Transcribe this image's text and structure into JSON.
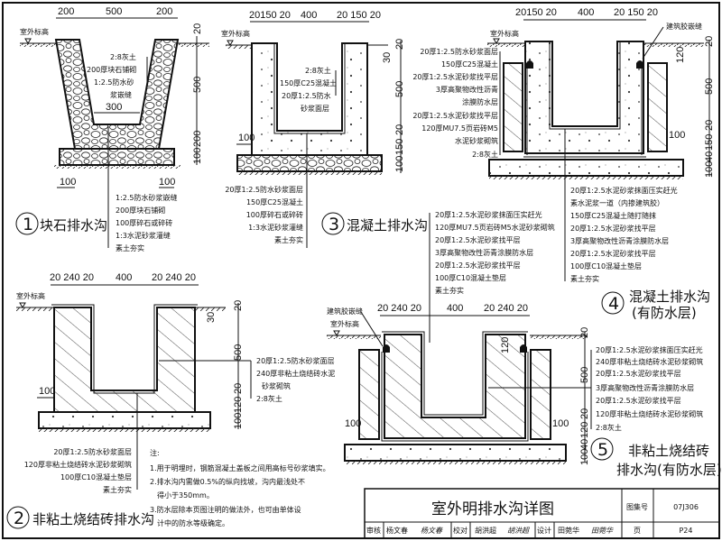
{
  "ground_label": "室外标高",
  "sealant_label": "建筑胶嵌缝",
  "d1": {
    "num": "1",
    "title": "块石排水沟",
    "top_dims": [
      "200",
      "500",
      "200"
    ],
    "right_dims": [
      "20",
      "500",
      "200",
      "100"
    ],
    "bottom_dims": [
      "100",
      "100"
    ],
    "inner_dim": "300",
    "inner_labels": [
      "2:8灰土",
      "200厚块石铺砌",
      "1:2.5防水砂",
      "浆嵌缝"
    ],
    "bottom_labels": [
      "1:2.5防水砂浆嵌缝",
      "200厚块石铺砌",
      "100厚碎石或碎砖",
      "1:3水泥砂浆灌缝",
      "素土夯实"
    ]
  },
  "d3": {
    "num": "3",
    "title": "混凝土排水沟",
    "top_dims": [
      "20150 20",
      "400",
      "20 150 20"
    ],
    "right_dims": [
      "20",
      "500",
      "20",
      "150",
      "100"
    ],
    "side_dims": [
      "30",
      "100"
    ],
    "inner_labels": [
      "2:8灰土",
      "150厚C25混凝土",
      "20厚1:2.5防水",
      "砂浆面层"
    ],
    "bottom_labels": [
      "20厚1:2.5防水砂浆面层",
      "150厚C25混凝土",
      "100厚碎石或碎砖",
      "1:3水泥砂浆灌缝",
      "素土夯实"
    ]
  },
  "d4": {
    "num": "4",
    "title": "混凝土排水沟",
    "subtitle": "(有防水层)",
    "top_dims": [
      "20150 20",
      "400",
      "20 150 20"
    ],
    "right_dims": [
      "20",
      "120",
      "500",
      "20",
      "150",
      "40",
      "100"
    ],
    "side_dims": [
      "100"
    ],
    "left_labels": [
      "20厚1:2.5防水砂浆面层",
      "150厚C25混凝土",
      "20厚1:2.5水泥砂浆找平层",
      "3厚高聚物改性沥青",
      "涂膜防水层",
      "20厚1:2.5水泥砂浆找平层",
      "120厚MU7.5页岩砖M5",
      "水泥砂浆砌筑",
      "2:8灰土"
    ],
    "bottom_labels": [
      "20厚1:2.5水泥砂浆抹面压实赶光",
      "素水泥浆一道（内掺建筑胶）",
      "150厚C25混凝土随打随抹",
      "20厚1:2.5水泥砂浆找平层",
      "3厚高聚物改性沥青涂膜防水层",
      "20厚1:2.5水泥砂浆找平层",
      "100厚C10混凝土垫层",
      "素土夯实"
    ]
  },
  "d5_mid_labels": [
    "20厚1:2.5水泥砂浆抹面压实赶光",
    "120厚MU7.5页岩砖M5水泥砂浆砌筑",
    "20厚1:2.5水泥砂浆找平层",
    "3厚高聚物改性沥青涂膜防水层",
    "20厚1:2.5水泥砂浆找平层",
    "100厚C10混凝土垫层",
    "素土夯实"
  ],
  "d2": {
    "num": "2",
    "title": "非粘土烧结砖排水沟",
    "top_dims": [
      "20 240 20",
      "400",
      "20 240 20"
    ],
    "right_dims": [
      "20",
      "500",
      "20",
      "120",
      "100"
    ],
    "side_dims": [
      "30",
      "100"
    ],
    "right_labels": [
      "20厚1:2.5防水砂浆面层",
      "240厚非粘土烧结砖水泥",
      "砂浆砌筑",
      "2:8灰土"
    ],
    "bottom_labels": [
      "20厚1:2.5防水砂浆面层",
      "120厚非粘土烧结砖水泥砂浆砌筑",
      "100厚C10混凝土垫层",
      "素土夯实"
    ]
  },
  "notes": {
    "heading": "注:",
    "lines": [
      "1.用于明埋时，钢筋混凝土盖板之间用高标号砂浆填实。",
      "2.排水沟内需做0.5%的纵向找坡，沟内最浅处不",
      "得小于350mm。",
      "3.防水层除本页图注明的做法外，也可由单体设",
      "计中的防水等级确定。"
    ]
  },
  "d5": {
    "num": "5",
    "title": "非粘土烧结砖",
    "subtitle": "排水沟(有防水层)",
    "top_dims": [
      "20 240 20",
      "400",
      "20 240 20"
    ],
    "right_dims": [
      "20",
      "120",
      "500",
      "20",
      "120",
      "40",
      "100"
    ],
    "side_dims": [
      "100",
      "100",
      "120"
    ],
    "right_labels": [
      "20厚1:2.5水泥砂浆抹面压实赶光",
      "240厚非粘土烧结砖水泥砂浆砌筑",
      "20厚1:2.5水泥砂浆找平层",
      "3厚高聚物改性沥青涂膜防水层",
      "20厚1:2.5水泥砂浆找平层",
      "120厚非粘土烧结砖水泥砂浆砌筑",
      "2:8灰土"
    ]
  },
  "title_block": {
    "title": "室外明排水沟详图",
    "atlas_label": "图集号",
    "atlas_no": "07J306",
    "review_label": "审核",
    "reviewer": "杨文春",
    "reviewer_sig": "杨文春",
    "check_label": "校对",
    "checker": "胡洪超",
    "checker_sig": "胡洪超",
    "design_label": "设计",
    "designer": "田菀华",
    "designer_sig": "田菀华",
    "page_label": "页",
    "page_no": "P24"
  }
}
